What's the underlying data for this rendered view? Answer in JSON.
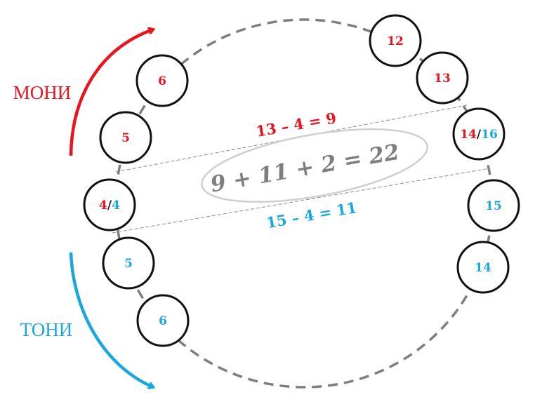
{
  "colors": {
    "red": "#e8141e",
    "blue": "#1aa7e0",
    "dark": "#222222",
    "ring": "#7f7f7f",
    "sum": "#7f7f7f"
  },
  "labels": {
    "moni": "МОНИ",
    "toni": "ТОНИ"
  },
  "seats": {
    "red_6": "6",
    "red_5": "5",
    "shared_left_red": "4",
    "shared_left_sep": "/",
    "shared_left_blue": "4",
    "blue_5": "5",
    "blue_6": "6",
    "red_12": "12",
    "red_13": "13",
    "shared_right_red": "14",
    "shared_right_sep": "/",
    "shared_right_blue": "16",
    "blue_15": "15",
    "blue_14": "14"
  },
  "equations": {
    "top": "13 – 4 = 9",
    "bottom": "15 – 4 = 11",
    "sum": "9 + 11 + 2 = 22"
  }
}
